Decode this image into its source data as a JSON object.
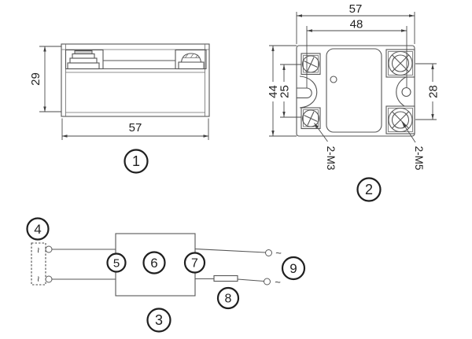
{
  "figure": {
    "kind": "technical-drawing",
    "subject": "solid state relay outline, mounting dimensions and wiring schematic",
    "colors": {
      "line": "#565656",
      "dimension": "#4a4a4a",
      "callout": "#1f1f1f",
      "background": "#ffffff"
    }
  },
  "side_view": {
    "callout": "1",
    "dim_height": "29",
    "dim_width": "57"
  },
  "top_view": {
    "callout": "2",
    "dim_width": "57",
    "dim_mount_span": "48",
    "dim_height": "44",
    "dim_input_span": "25",
    "dim_output_span": "28",
    "label_input_screws": "2-M3",
    "label_output_screws": "2-M5"
  },
  "circuit": {
    "callout": "3",
    "callout_input_source": "4",
    "callout_input_terminal": "5",
    "callout_relay_body": "6",
    "callout_output_terminal": "7",
    "callout_resistor": "8",
    "callout_load_source": "9",
    "ac": {
      "in_top": "~",
      "in_bottom": "~",
      "out_top": "~",
      "out_bottom": "~"
    }
  }
}
